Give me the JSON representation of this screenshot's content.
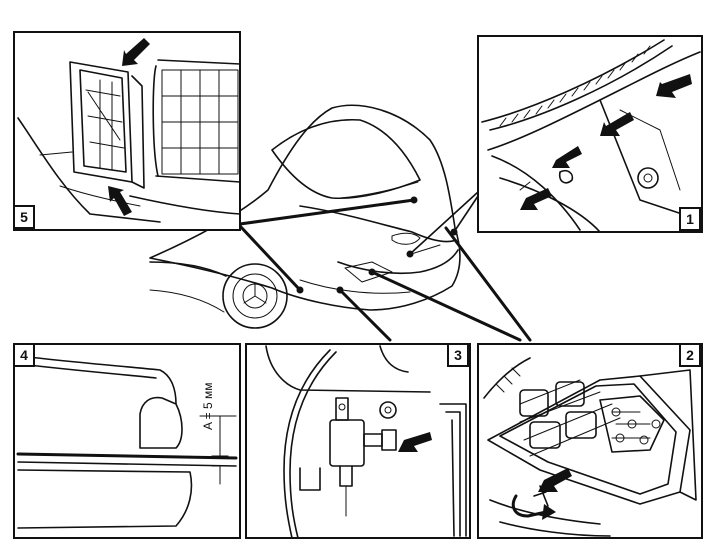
{
  "panels": [
    {
      "number": "5"
    },
    {
      "number": "1"
    },
    {
      "number": "4"
    },
    {
      "number": "3"
    },
    {
      "number": "2"
    }
  ],
  "dimension": {
    "text": "A = 5 мм"
  },
  "colors": {
    "ink": "#111111",
    "paper": "#ffffff"
  }
}
